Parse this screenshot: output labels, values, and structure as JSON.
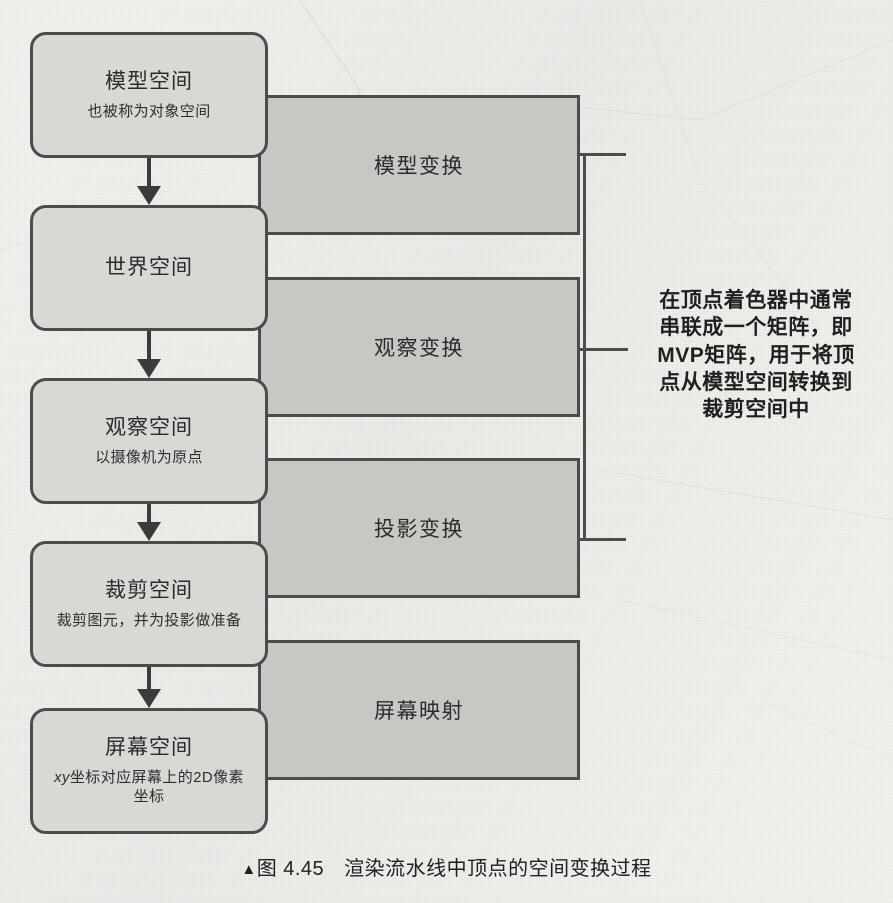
{
  "figure": {
    "caption_marker": "▲",
    "caption_number": "图 4.45",
    "caption_text": "渲染流水线中顶点的空间变换过程"
  },
  "colors": {
    "page_background": "#f2f1ee",
    "space_box_fill": "#d9d8d5",
    "transform_box_fill": "#c8c7c4",
    "border": "#4c4c4c",
    "text": "#2b2b2b",
    "arrow": "#3b3b3b"
  },
  "spaces": [
    {
      "id": "model-space",
      "title": "模型空间",
      "subtitle": "也被称为对象空间"
    },
    {
      "id": "world-space",
      "title": "世界空间",
      "subtitle": ""
    },
    {
      "id": "view-space",
      "title": "观察空间",
      "subtitle": "以摄像机为原点"
    },
    {
      "id": "clip-space",
      "title": "裁剪空间",
      "subtitle": "裁剪图元，并为投影做准备"
    },
    {
      "id": "screen-space",
      "title": "屏幕空间",
      "subtitle_prefix": "xy",
      "subtitle_rest": "坐标对应屏幕上的2D像素坐标"
    }
  ],
  "transforms": [
    {
      "id": "model-transform",
      "title": "模型变换"
    },
    {
      "id": "view-transform",
      "title": "观察变换"
    },
    {
      "id": "projection-transform",
      "title": "投影变换"
    },
    {
      "id": "screen-mapping",
      "title": "屏幕映射"
    }
  ],
  "annotation": {
    "text": "在顶点着色器中通常串联成一个矩阵，即MVP矩阵，用于将顶点从模型空间转换到裁剪空间中",
    "lines": [
      "在顶点着色器中通常",
      "串联成一个矩阵，即",
      "MVP矩阵，用于将顶",
      "点从模型空间转换到",
      "裁剪空间中"
    ],
    "braces_transforms": [
      "模型变换",
      "观察变换",
      "投影变换"
    ]
  },
  "flow": {
    "arrow_count": 4,
    "direction": "down",
    "sequence": [
      "模型空间",
      "模型变换",
      "世界空间",
      "观察变换",
      "观察空间",
      "投影变换",
      "裁剪空间",
      "屏幕映射",
      "屏幕空间"
    ]
  }
}
